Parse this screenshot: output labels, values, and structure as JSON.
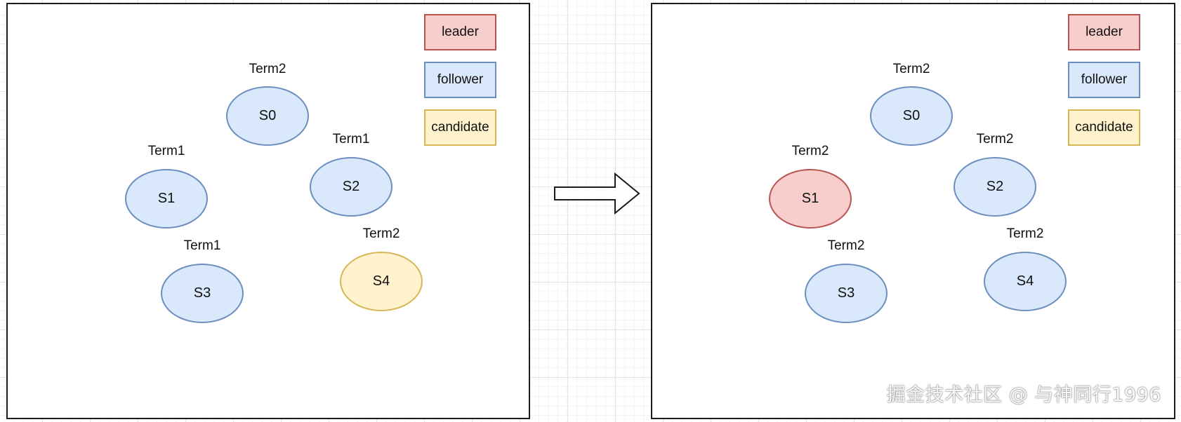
{
  "legend": {
    "leader": "leader",
    "follower": "follower",
    "candidate": "candidate"
  },
  "colors": {
    "leader_fill": "#f8cecc",
    "leader_stroke": "#b85450",
    "follower_fill": "#dae8fc",
    "follower_stroke": "#6c8ebf",
    "candidate_fill": "#fff2cc",
    "candidate_stroke": "#d6b656"
  },
  "before": {
    "nodes": [
      {
        "id": "S0",
        "term": "Term2",
        "role": "follower"
      },
      {
        "id": "S1",
        "term": "Term1",
        "role": "follower"
      },
      {
        "id": "S2",
        "term": "Term1",
        "role": "follower"
      },
      {
        "id": "S3",
        "term": "Term1",
        "role": "follower"
      },
      {
        "id": "S4",
        "term": "Term2",
        "role": "candidate"
      }
    ]
  },
  "after": {
    "nodes": [
      {
        "id": "S0",
        "term": "Term2",
        "role": "follower"
      },
      {
        "id": "S1",
        "term": "Term2",
        "role": "leader"
      },
      {
        "id": "S2",
        "term": "Term2",
        "role": "follower"
      },
      {
        "id": "S3",
        "term": "Term2",
        "role": "follower"
      },
      {
        "id": "S4",
        "term": "Term2",
        "role": "follower"
      }
    ]
  },
  "transition_arrow": "right-arrow-icon",
  "watermark": "掘金技术社区 @ 与神同行1996"
}
